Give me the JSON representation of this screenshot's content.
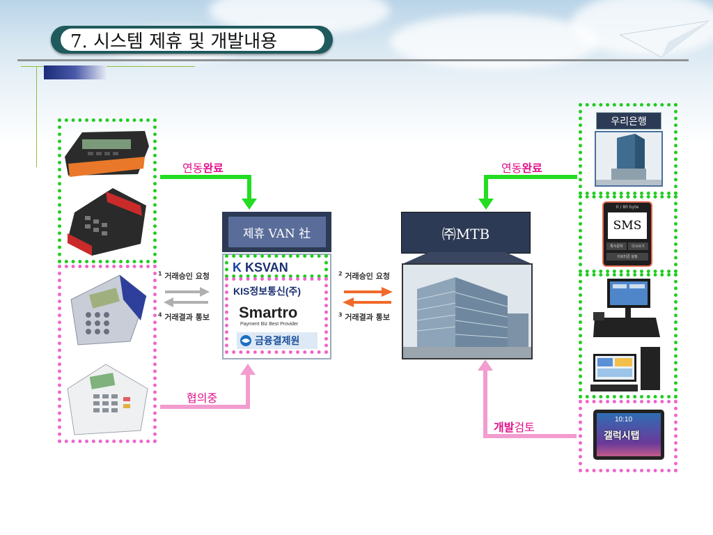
{
  "title": "7. 시스템 제휴 및 개발내용",
  "labels": {
    "left_top_link": "연동완료",
    "right_top_link": "연동완료",
    "left_bottom_link": "협의중",
    "right_bottom_link": "개발검토"
  },
  "label_parts": {
    "left_top_a": "연동",
    "left_top_b": "완료",
    "right_top_a": "연동",
    "right_top_b": "완료",
    "right_bottom_a": "개발",
    "right_bottom_b": "검토"
  },
  "van": {
    "header": "제휴 VAN 社",
    "logos": [
      "KSVAN",
      "KIS정보통신(주)",
      "Smartro",
      "Payment Biz Best Provider",
      "금융결제원"
    ]
  },
  "mtb": {
    "header": "㈜MTB"
  },
  "steps": {
    "s1_num": "1",
    "s1": "거래승인 요청",
    "s2_num": "2",
    "s2": "거래승인 요청",
    "s3_num": "3",
    "s3": "거래결과 통보",
    "s4_num": "4",
    "s4": "거래결과 통보"
  },
  "right_panel": {
    "bank": "우리은행",
    "sms": "SMS",
    "sms_btn1": "특수문자",
    "sms_btn2": "다시쓰기",
    "sms_btn3": "이모티콘 설정",
    "sms_top": "0 / 80 byte",
    "tablet_time": "10:10",
    "tablet_label": "갤럭시탭"
  },
  "colors": {
    "green": "#22cc22",
    "pink": "#ee66cc",
    "arrow_green": "#22dd22",
    "arrow_pink": "#f29ccf",
    "accent_text": "#e0108a"
  }
}
